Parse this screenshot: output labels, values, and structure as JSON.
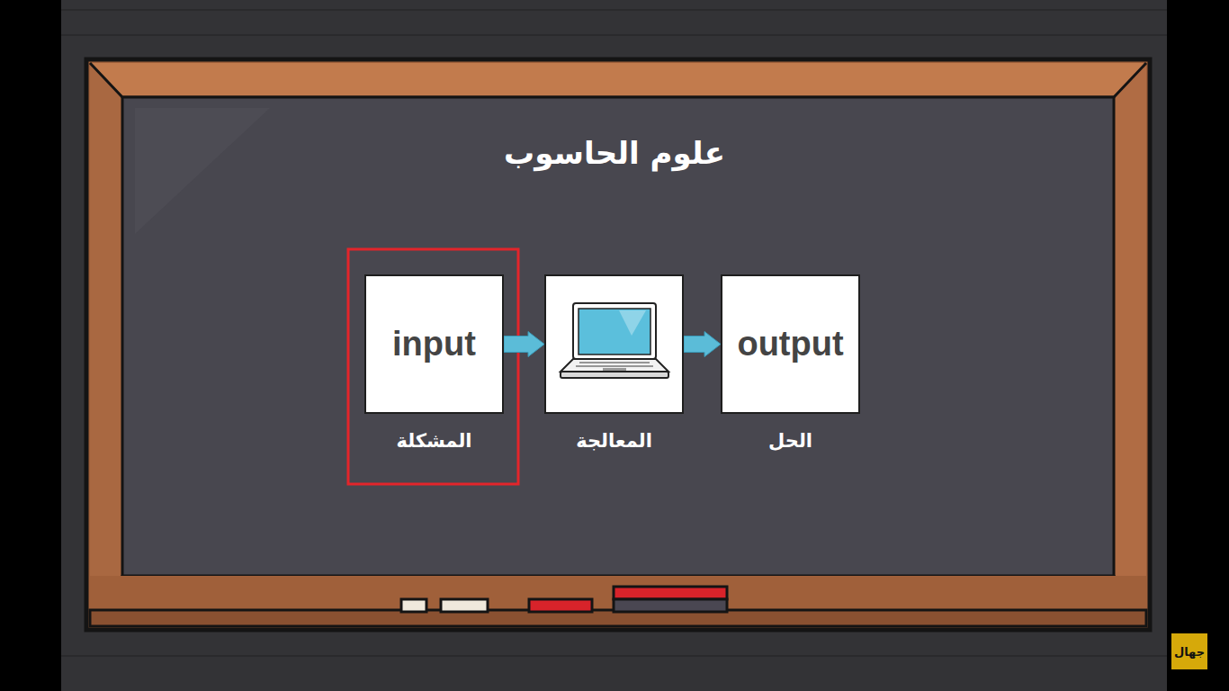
{
  "diagram": {
    "title": "علوم الحاسوب",
    "nodes": [
      {
        "text": [
          "input",
          "المشكلة"
        ]
      },
      {
        "text": [
          "المعالجة"
        ]
      },
      {
        "text": [
          "output",
          "الحل"
        ]
      }
    ],
    "edges": [
      {
        "from": 0,
        "to": 1,
        "arrow": "to"
      },
      {
        "from": 1,
        "to": 2,
        "arrow": "to"
      }
    ],
    "labels": [
      "جهال"
    ]
  }
}
